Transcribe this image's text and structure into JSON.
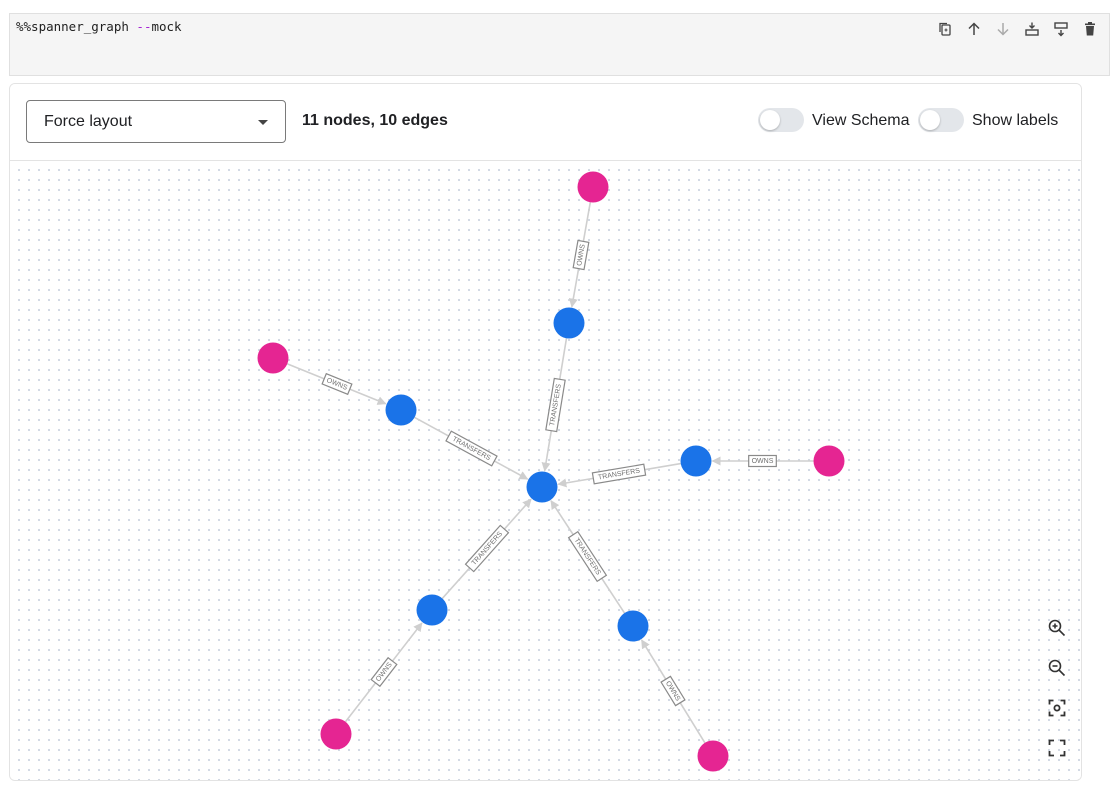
{
  "cell": {
    "code_magic": "%%spanner_graph ",
    "code_flag": "--",
    "code_arg": "mock"
  },
  "toolbar": [
    {
      "name": "copy-cell-button",
      "icon": "copy-icon"
    },
    {
      "name": "move-up-button",
      "icon": "arrow-up-icon"
    },
    {
      "name": "move-down-button",
      "icon": "arrow-down-icon"
    },
    {
      "name": "insert-above-button",
      "icon": "insert-above-icon"
    },
    {
      "name": "insert-below-button",
      "icon": "insert-below-icon"
    },
    {
      "name": "delete-cell-button",
      "icon": "trash-icon"
    }
  ],
  "viz": {
    "layout_select": {
      "value": "Force layout"
    },
    "stats": "11 nodes, 10 edges",
    "toggles": [
      {
        "label": "View Schema",
        "checked": false
      },
      {
        "label": "Show labels",
        "checked": false
      }
    ]
  },
  "colors": {
    "account_node": "#1a73e8",
    "person_node": "#e52592",
    "edge": "#cfcfcf",
    "edge_label_border": "#8a8a8a"
  },
  "graph": {
    "nodes": [
      {
        "id": "hub",
        "type": "account"
      },
      {
        "id": "a1",
        "type": "account"
      },
      {
        "id": "a2",
        "type": "account"
      },
      {
        "id": "a3",
        "type": "account"
      },
      {
        "id": "a4",
        "type": "account"
      },
      {
        "id": "a5",
        "type": "account"
      },
      {
        "id": "p1",
        "type": "person"
      },
      {
        "id": "p2",
        "type": "person"
      },
      {
        "id": "p3",
        "type": "person"
      },
      {
        "id": "p4",
        "type": "person"
      },
      {
        "id": "p5",
        "type": "person"
      }
    ],
    "edges": [
      {
        "from": "a1",
        "to": "hub",
        "label": "TRANSFERS"
      },
      {
        "from": "a2",
        "to": "hub",
        "label": "TRANSFERS"
      },
      {
        "from": "a3",
        "to": "hub",
        "label": "TRANSFERS"
      },
      {
        "from": "a4",
        "to": "hub",
        "label": "TRANSFERS"
      },
      {
        "from": "a5",
        "to": "hub",
        "label": "TRANSFERS"
      },
      {
        "from": "p1",
        "to": "a1",
        "label": "OWNS"
      },
      {
        "from": "p2",
        "to": "a2",
        "label": "OWNS"
      },
      {
        "from": "p3",
        "to": "a3",
        "label": "OWNS"
      },
      {
        "from": "p4",
        "to": "a4",
        "label": "OWNS"
      },
      {
        "from": "p5",
        "to": "a5",
        "label": "OWNS"
      }
    ]
  },
  "zoom_controls": [
    {
      "name": "zoom-in-button",
      "icon": "zoom-in-icon"
    },
    {
      "name": "zoom-out-button",
      "icon": "zoom-out-icon"
    },
    {
      "name": "recenter-button",
      "icon": "center-focus-icon"
    },
    {
      "name": "fullscreen-button",
      "icon": "fullscreen-icon"
    }
  ]
}
